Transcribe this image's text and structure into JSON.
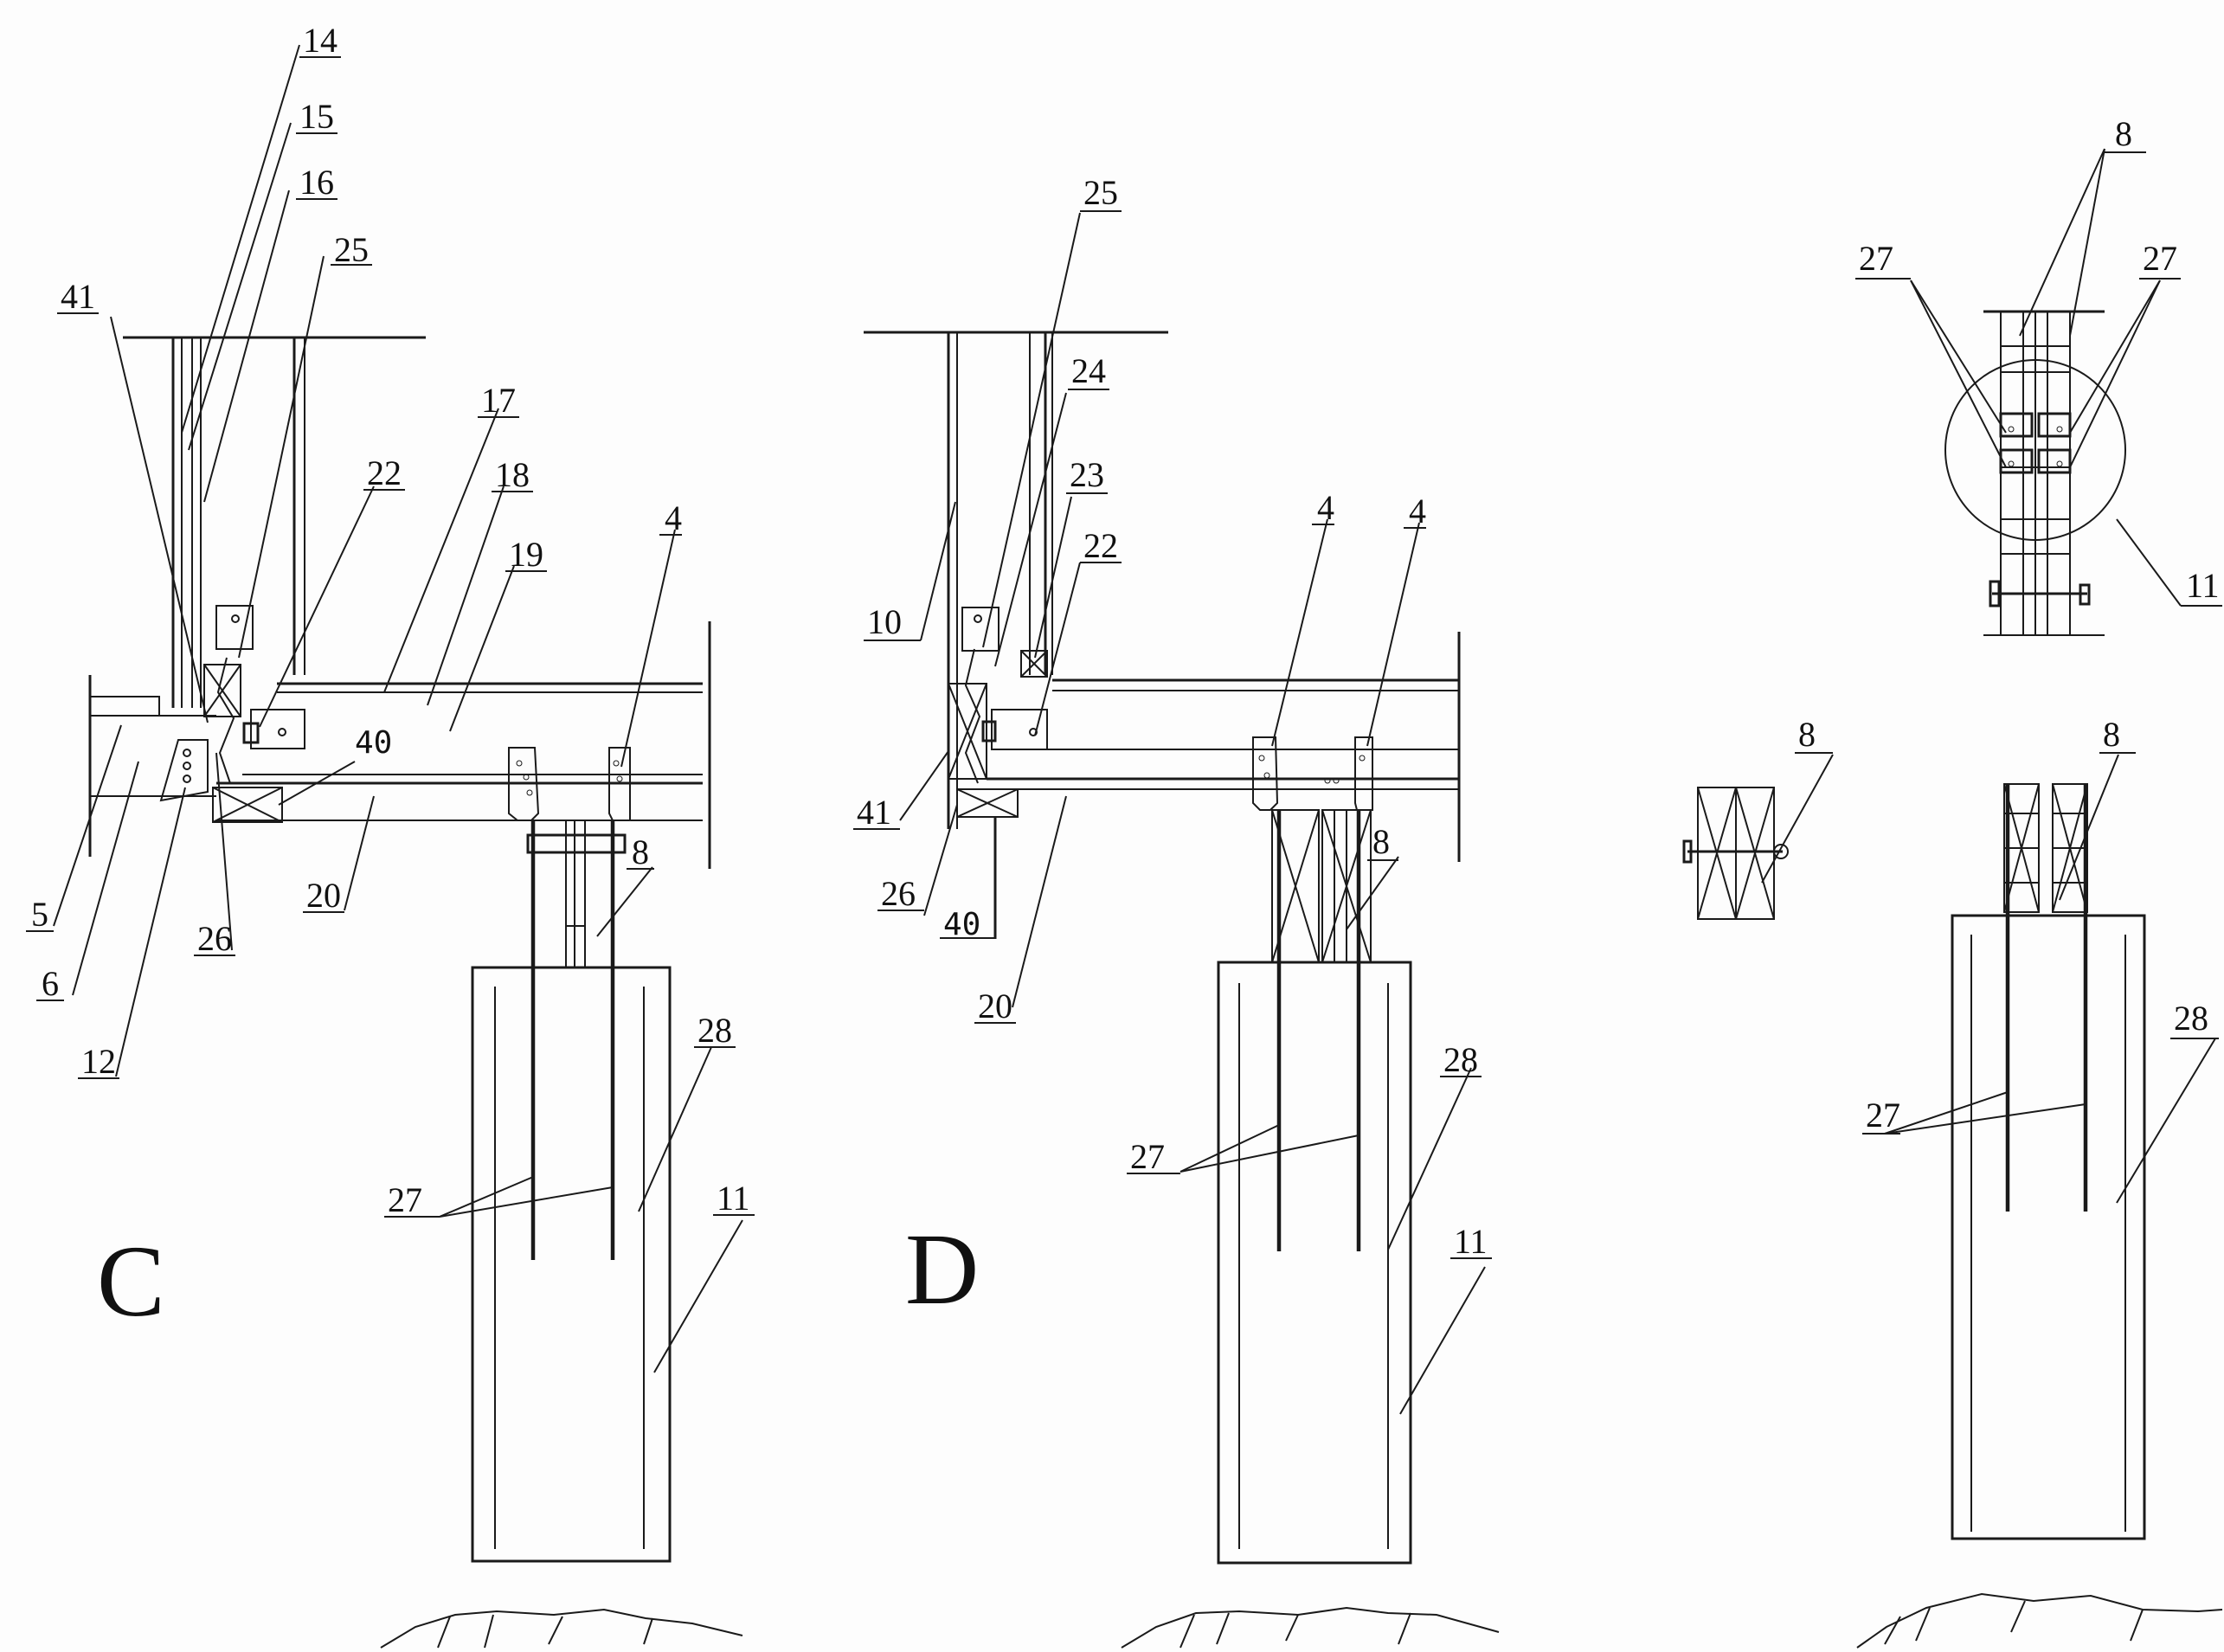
{
  "views": [
    {
      "letter": "C",
      "callouts": [
        "14",
        "15",
        "16",
        "25",
        "41",
        "17",
        "22",
        "18",
        "19",
        "4",
        "40",
        "8",
        "5",
        "6",
        "26",
        "20",
        "12",
        "28",
        "27",
        "11"
      ]
    },
    {
      "letter": "D",
      "callouts": [
        "25",
        "24",
        "23",
        "22",
        "10",
        "4",
        "4",
        "41",
        "8",
        "26",
        "40",
        "20",
        "28",
        "27",
        "11"
      ]
    },
    {
      "letter": "",
      "callouts": [
        "8",
        "27",
        "27",
        "11",
        "8",
        "8",
        "28",
        "27"
      ]
    }
  ],
  "colors": {
    "ink": "#1a1a1a",
    "paper": "#fdfdfd"
  }
}
